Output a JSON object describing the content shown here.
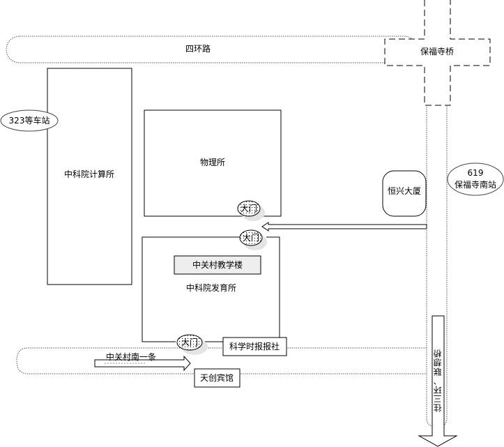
{
  "roads": {
    "fourth_ring": "四环路",
    "zgc_south_1": "中关村南一条",
    "to_third_ring": "往三环、联想桥"
  },
  "bridge": {
    "name": "保福寺桥"
  },
  "buildings": {
    "computing_institute": "中科院计算所",
    "physics_institute": "物理所",
    "development_institute": "中科院发育所",
    "zgc_teaching_building": "中关村教学楼",
    "hengxing_tower": "恒兴大厦",
    "science_times": "科学时报报社",
    "tianchuang_hotel": "天创宾馆"
  },
  "gates": {
    "physics_gate": "大门",
    "development_north_gate": "大门",
    "development_south_gate": "大门"
  },
  "bus_stops": {
    "stop_323": "323等车站",
    "stop_619_line": "619",
    "stop_619_name": "保福寺南站"
  },
  "colors": {
    "line": "#000000",
    "road_outline": "#808080",
    "teaching_fill": "#eeeeee",
    "shadow": "#e4e4e4"
  }
}
